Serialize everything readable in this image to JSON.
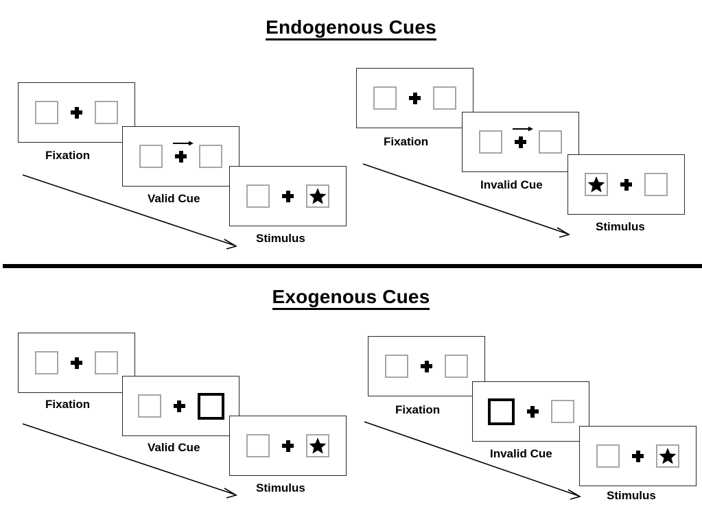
{
  "figure": {
    "type": "diagram",
    "description": "Posner cueing paradigm: endogenous vs exogenous spatial cues",
    "divider": {
      "color": "#000000"
    }
  },
  "sections": [
    {
      "id": "endogenous",
      "title": "Endogenous Cues",
      "sequences": [
        {
          "id": "endogenous-valid",
          "frames": [
            {
              "stage": "Fixation",
              "cue": "none",
              "cue_side": "none",
              "target_side": "none",
              "arrow": false
            },
            {
              "stage": "Valid Cue",
              "cue": "arrow",
              "cue_side": "right",
              "target_side": "none",
              "arrow": true
            },
            {
              "stage": "Stimulus",
              "cue": "none",
              "cue_side": "none",
              "target_side": "right",
              "arrow": false
            }
          ]
        },
        {
          "id": "endogenous-invalid",
          "frames": [
            {
              "stage": "Fixation",
              "cue": "none",
              "cue_side": "none",
              "target_side": "none",
              "arrow": false
            },
            {
              "stage": "Invalid Cue",
              "cue": "arrow",
              "cue_side": "right",
              "target_side": "none",
              "arrow": true
            },
            {
              "stage": "Stimulus",
              "cue": "none",
              "cue_side": "none",
              "target_side": "left",
              "arrow": false
            }
          ]
        }
      ]
    },
    {
      "id": "exogenous",
      "title": "Exogenous Cues",
      "sequences": [
        {
          "id": "exogenous-valid",
          "frames": [
            {
              "stage": "Fixation",
              "cue": "none",
              "cue_side": "none",
              "target_side": "none",
              "arrow": false
            },
            {
              "stage": "Valid Cue",
              "cue": "box-highlight",
              "cue_side": "right",
              "target_side": "none",
              "arrow": false
            },
            {
              "stage": "Stimulus",
              "cue": "none",
              "cue_side": "none",
              "target_side": "right",
              "arrow": false
            }
          ]
        },
        {
          "id": "exogenous-invalid",
          "frames": [
            {
              "stage": "Fixation",
              "cue": "none",
              "cue_side": "none",
              "target_side": "none",
              "arrow": false
            },
            {
              "stage": "Invalid Cue",
              "cue": "box-highlight",
              "cue_side": "left",
              "target_side": "none",
              "arrow": false
            },
            {
              "stage": "Stimulus",
              "cue": "none",
              "cue_side": "none",
              "target_side": "right",
              "arrow": false
            }
          ]
        }
      ]
    }
  ],
  "labels": {
    "endogenous_title": "Endogenous Cues",
    "exogenous_title": "Exogenous Cues",
    "fixation": "Fixation",
    "valid_cue": "Valid Cue",
    "invalid_cue": "Invalid Cue",
    "stimulus": "Stimulus"
  },
  "colors": {
    "panel_border": "#262626",
    "square_border": "#a6a6a6",
    "cued_square_border": "#000000",
    "fixation_cross": "#000000",
    "target_star": "#000000",
    "text": "#000000",
    "background": "#ffffff"
  }
}
